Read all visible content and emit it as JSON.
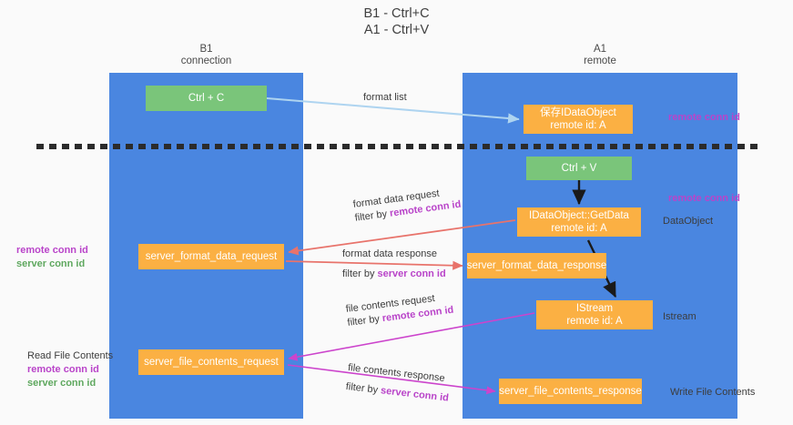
{
  "title": {
    "line1": "B1 - Ctrl+C",
    "line2": "A1 - Ctrl+V"
  },
  "columns": {
    "b1": {
      "name": "B1",
      "role": "connection"
    },
    "a1": {
      "name": "A1",
      "role": "remote"
    }
  },
  "colors": {
    "lane": "#4a86e0",
    "green_node": "#7ac57a",
    "orange_node": "#fbb043",
    "purple_text": "#b944c9",
    "green_text": "#5fa85f",
    "divider": "#2b2b2b",
    "arrow_blue": "#aed4f0",
    "arrow_red": "#e8736b",
    "arrow_magenta": "#cc44cc",
    "arrow_black": "#1a1a1a"
  },
  "nodes": {
    "ctrl_c": {
      "label": "Ctrl + C"
    },
    "idataobject": {
      "line1": "保存IDataObject",
      "line2": "remote id: A"
    },
    "ctrl_v": {
      "label": "Ctrl + V"
    },
    "getdata": {
      "line1": "IDataObject::GetData",
      "line2": "remote id: A"
    },
    "server_format_data_request": {
      "label": "server_format_data_request"
    },
    "server_format_data_response": {
      "label": "server_format_data_response"
    },
    "istream": {
      "line1": "IStream",
      "line2": "remote id: A"
    },
    "server_file_contents_request": {
      "label": "server_file_contents_request"
    },
    "server_file_contents_response": {
      "label": "server_file_contents_response"
    }
  },
  "side_labels": {
    "remote_conn_id_top": "remote conn id",
    "remote_conn_id_mid": "remote conn id",
    "dataobject": "DataObject",
    "istream": "Istream",
    "write_file_contents": "Write File Contents",
    "read_file_contents": "Read File Contents",
    "remote_conn_id": "remote conn id",
    "server_conn_id": "server conn id"
  },
  "edge_labels": {
    "format_list": "format list",
    "format_data_request": "format data request",
    "format_data_request_filter_prefix": "filter by ",
    "format_data_request_filter_key": "remote conn id",
    "format_data_response": "format data response",
    "format_data_response_filter_prefix": "filter by ",
    "format_data_response_filter_key": "server conn id",
    "file_contents_request": "file contents request",
    "file_contents_request_filter_prefix": "filter by ",
    "file_contents_request_filter_key": "remote conn id",
    "file_contents_response": "file contents response",
    "file_contents_response_filter_prefix": "filter by ",
    "file_contents_response_filter_key": "server conn id"
  }
}
